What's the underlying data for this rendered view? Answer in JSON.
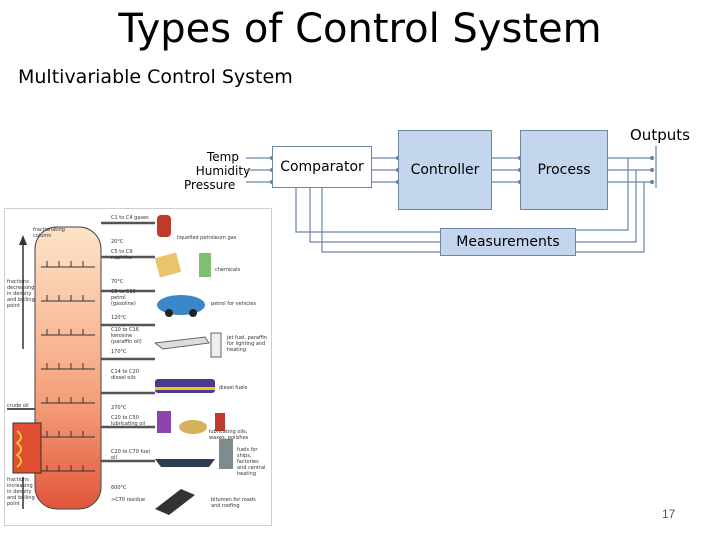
{
  "title": "Types of Control System",
  "subtitle": "Multivariable Control System",
  "outputs_label": "Outputs",
  "inputs": [
    "Temp",
    "Humidity",
    "Pressure"
  ],
  "blocks": {
    "comparator": "Comparator",
    "controller": "Controller",
    "process": "Process",
    "measurements": "Measurements"
  },
  "page_number": "17",
  "refinery": {
    "left_labels": {
      "column": "fractionating column",
      "top_note": "fractions decreasing in density and boiling point",
      "crude": "crude oil",
      "bottom_note": "fractions increasing in density and boiling point"
    },
    "temperatures": [
      "20°C",
      "70°C",
      "120°C",
      "170°C",
      "270°C",
      "600°C"
    ],
    "fractions": [
      "C1 to C4 gases",
      "C5 to C9 naphtha",
      "C5 to C10 petrol (gasoline)",
      "C10 to C16 kerosine (paraffin oil)",
      "C14 to C20 diesel oils",
      "C20 to C50 lubricating oil",
      "C20 to C70 fuel oil",
      ">C70 residue"
    ],
    "products": [
      "liquefied petroleum gas",
      "chemicals",
      "petrol for vehicles",
      "jet fuel, paraffin for lighting and heating",
      "diesel fuels",
      "lubricating oils, waxes, polishes",
      "fuels for ships, factories and central heating",
      "bitumen for roads and roofing"
    ]
  }
}
